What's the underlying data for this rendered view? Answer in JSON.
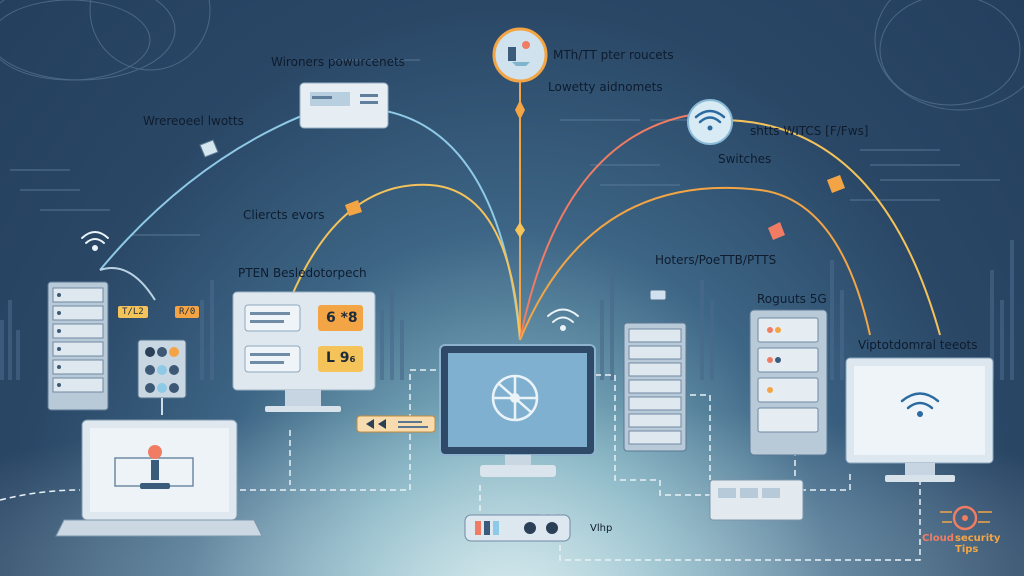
{
  "labels": {
    "wireless_powercenters": "Wironers powurcenets",
    "wireless_levels": "Wrereoeel lwotts",
    "clients_errors": "Cliercts evors",
    "pten_label": "PTEN Besledotorpech",
    "top_routers": "MTh/TT pter roucets",
    "lowest_adjustments": "Lowetty aidnomets",
    "stats_wfcs": "shtts WITCS [F/Fws]",
    "switches": "Switches",
    "hosters": "Hoters/PoeTTB/PTTS",
    "routers_5g": "Roguuts 5G",
    "virtual_tools": "Viptotdomral teeots",
    "vlan_tag": "Vlhp"
  },
  "badges": {
    "b1": "T/L2",
    "b2": "R/0",
    "panel_top_right": "6 *8",
    "panel_bottom_right": "L 9₆"
  },
  "watermark": {
    "line1": "Cloud",
    "line2": "security Tips"
  },
  "colors": {
    "accent_orange": "#f3a545",
    "accent_red": "#f07c64",
    "accent_yellow": "#f4c35a",
    "line_blue": "#8ec9e6",
    "bg_dark": "#243f5e"
  }
}
